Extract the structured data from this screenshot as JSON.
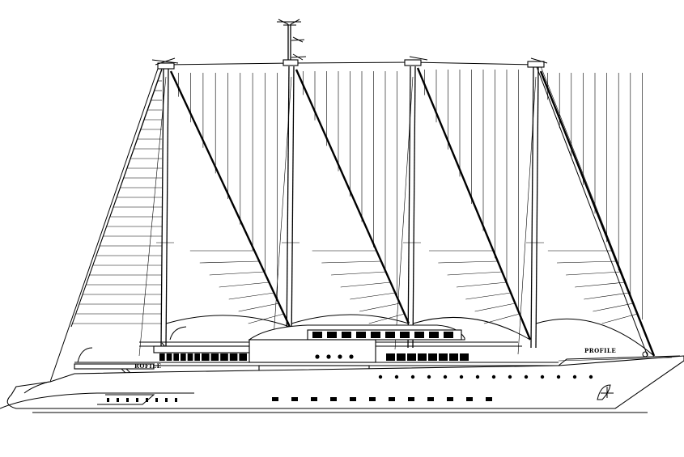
{
  "drawing": {
    "stern_label": "PROFILE",
    "name_label": "ROFILE",
    "line_color": "#000000",
    "background": "#ffffff"
  },
  "vessel": {
    "masts": 4,
    "sails": 4,
    "port_lights": 18,
    "bridge_windows": 10
  }
}
